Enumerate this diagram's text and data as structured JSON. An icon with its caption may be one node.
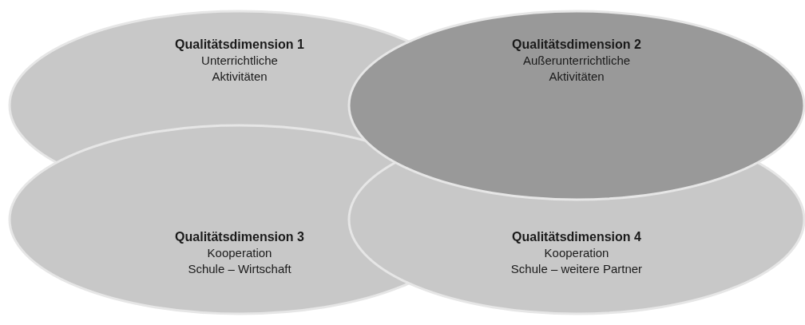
{
  "diagram": {
    "nodes": [
      {
        "text": [
          "Qualitätsdimension 1",
          "Unterrichtliche Aktivitäten"
        ]
      },
      {
        "text": [
          "Qualitätsdimension 2",
          "Außerunterrichtliche Aktivitäten"
        ]
      },
      {
        "text": [
          "Qualitätsdimension 3",
          "Kooperation Schule – Wirtschaft"
        ]
      },
      {
        "text": [
          "Qualitätsdimension 4",
          "Kooperation Schule – weitere Partner"
        ]
      }
    ]
  }
}
